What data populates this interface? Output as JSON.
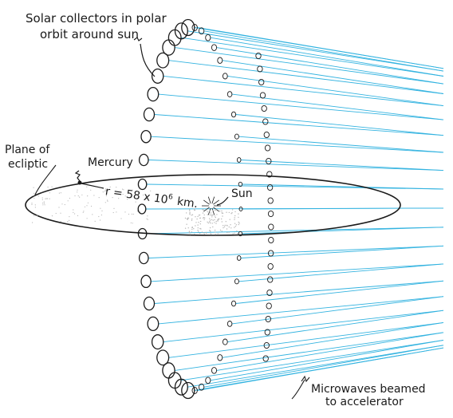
{
  "labels": {
    "collectors_line1": "Solar collectors in polar",
    "collectors_line2": "orbit around sun",
    "plane_line1": "Plane of",
    "plane_line2": "ecliptic",
    "mercury": "Mercury",
    "distance_prefix": "r = 58 x 10",
    "distance_exp": "6",
    "distance_unit": "km.",
    "sun": "Sun",
    "microwaves_line1": "Microwaves beamed",
    "microwaves_line2": "to accelerator"
  },
  "colors": {
    "ink": "#1a1a1a",
    "beam": "#33b3e0",
    "shading": "#b8b8b8"
  }
}
